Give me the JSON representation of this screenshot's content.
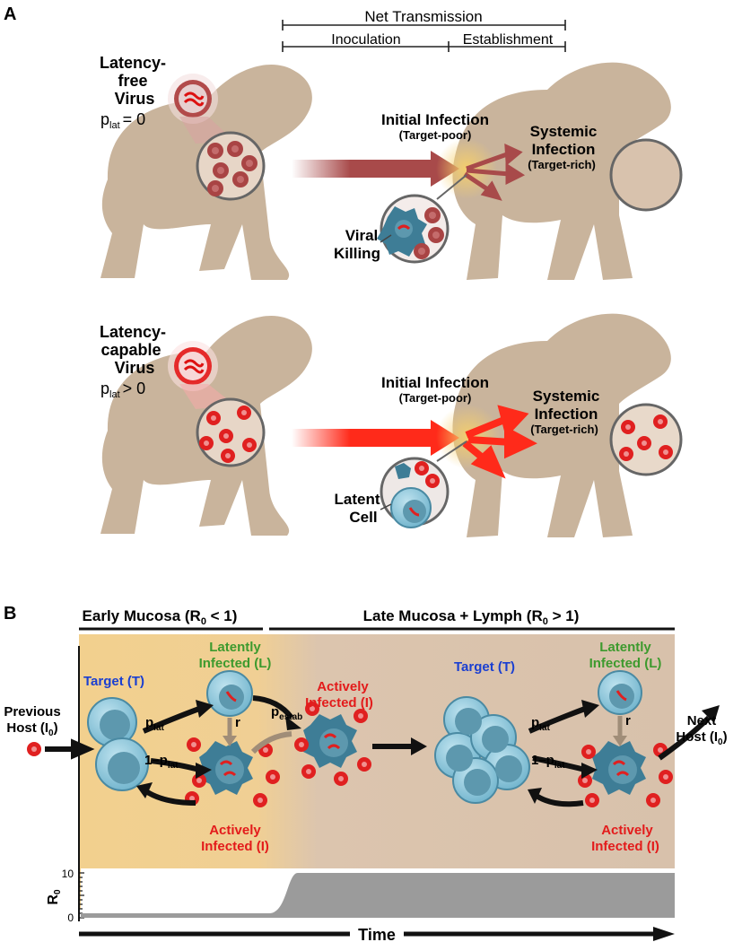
{
  "panelA": {
    "label": "A",
    "net_transmission": "Net Transmission",
    "inoculation": "Inoculation",
    "establishment": "Establishment",
    "top": {
      "virus_line1": "Latency-",
      "virus_line2": "free",
      "virus_line3": "Virus",
      "plat_p": "p",
      "plat_sub": "lat",
      "plat_rel": "= 0",
      "initial_infection": "Initial Infection",
      "target_poor": "(Target-poor)",
      "systemic1": "Systemic",
      "systemic2": "Infection",
      "target_rich": "(Target-rich)",
      "inset_line1": "Viral",
      "inset_line2": "Killing"
    },
    "bottom": {
      "virus_line1": "Latency-",
      "virus_line2": "capable",
      "virus_line3": "Virus",
      "plat_p": "p",
      "plat_sub": "lat",
      "plat_rel": "> 0",
      "initial_infection": "Initial Infection",
      "target_poor": "(Target-poor)",
      "systemic1": "Systemic",
      "systemic2": "Infection",
      "target_rich": "(Target-rich)",
      "inset_line1": "Latent",
      "inset_line2": "Cell"
    }
  },
  "panelB": {
    "label": "B",
    "early_a": "Early Mucosa (R",
    "early_sub": "0",
    "early_b": " < 1)",
    "late_a": "Late Mucosa + Lymph (R",
    "late_sub": "0",
    "late_b": " > 1)",
    "prev1": "Previous",
    "prev2a": "Host (I",
    "prev2sub": "0",
    "prev2b": ")",
    "next1": "Next",
    "next2a": "Host (I",
    "next2sub": "0",
    "next2b": ")",
    "target": "Target (T)",
    "latently1": "Latently",
    "latently2": "Infected (L)",
    "actively1": "Actively",
    "actively2": "Infected (I)",
    "p": "p",
    "lat": "lat",
    "estab": "estab",
    "one_minus": "1–p",
    "r": "r",
    "r0_label": "R",
    "r0_sub": "0",
    "tick_top": "10",
    "tick_bottom": "0",
    "time": "Time",
    "r0_series": {
      "x": [
        "early",
        "late"
      ],
      "values": [
        1,
        10
      ],
      "ylim": [
        0,
        10
      ]
    },
    "colors": {
      "early": "#f2d08e",
      "late": "#d9c2ad",
      "target_text": "#1a3fd1",
      "latent_text": "#3d9a2e",
      "active_text": "#e31b1b"
    }
  }
}
